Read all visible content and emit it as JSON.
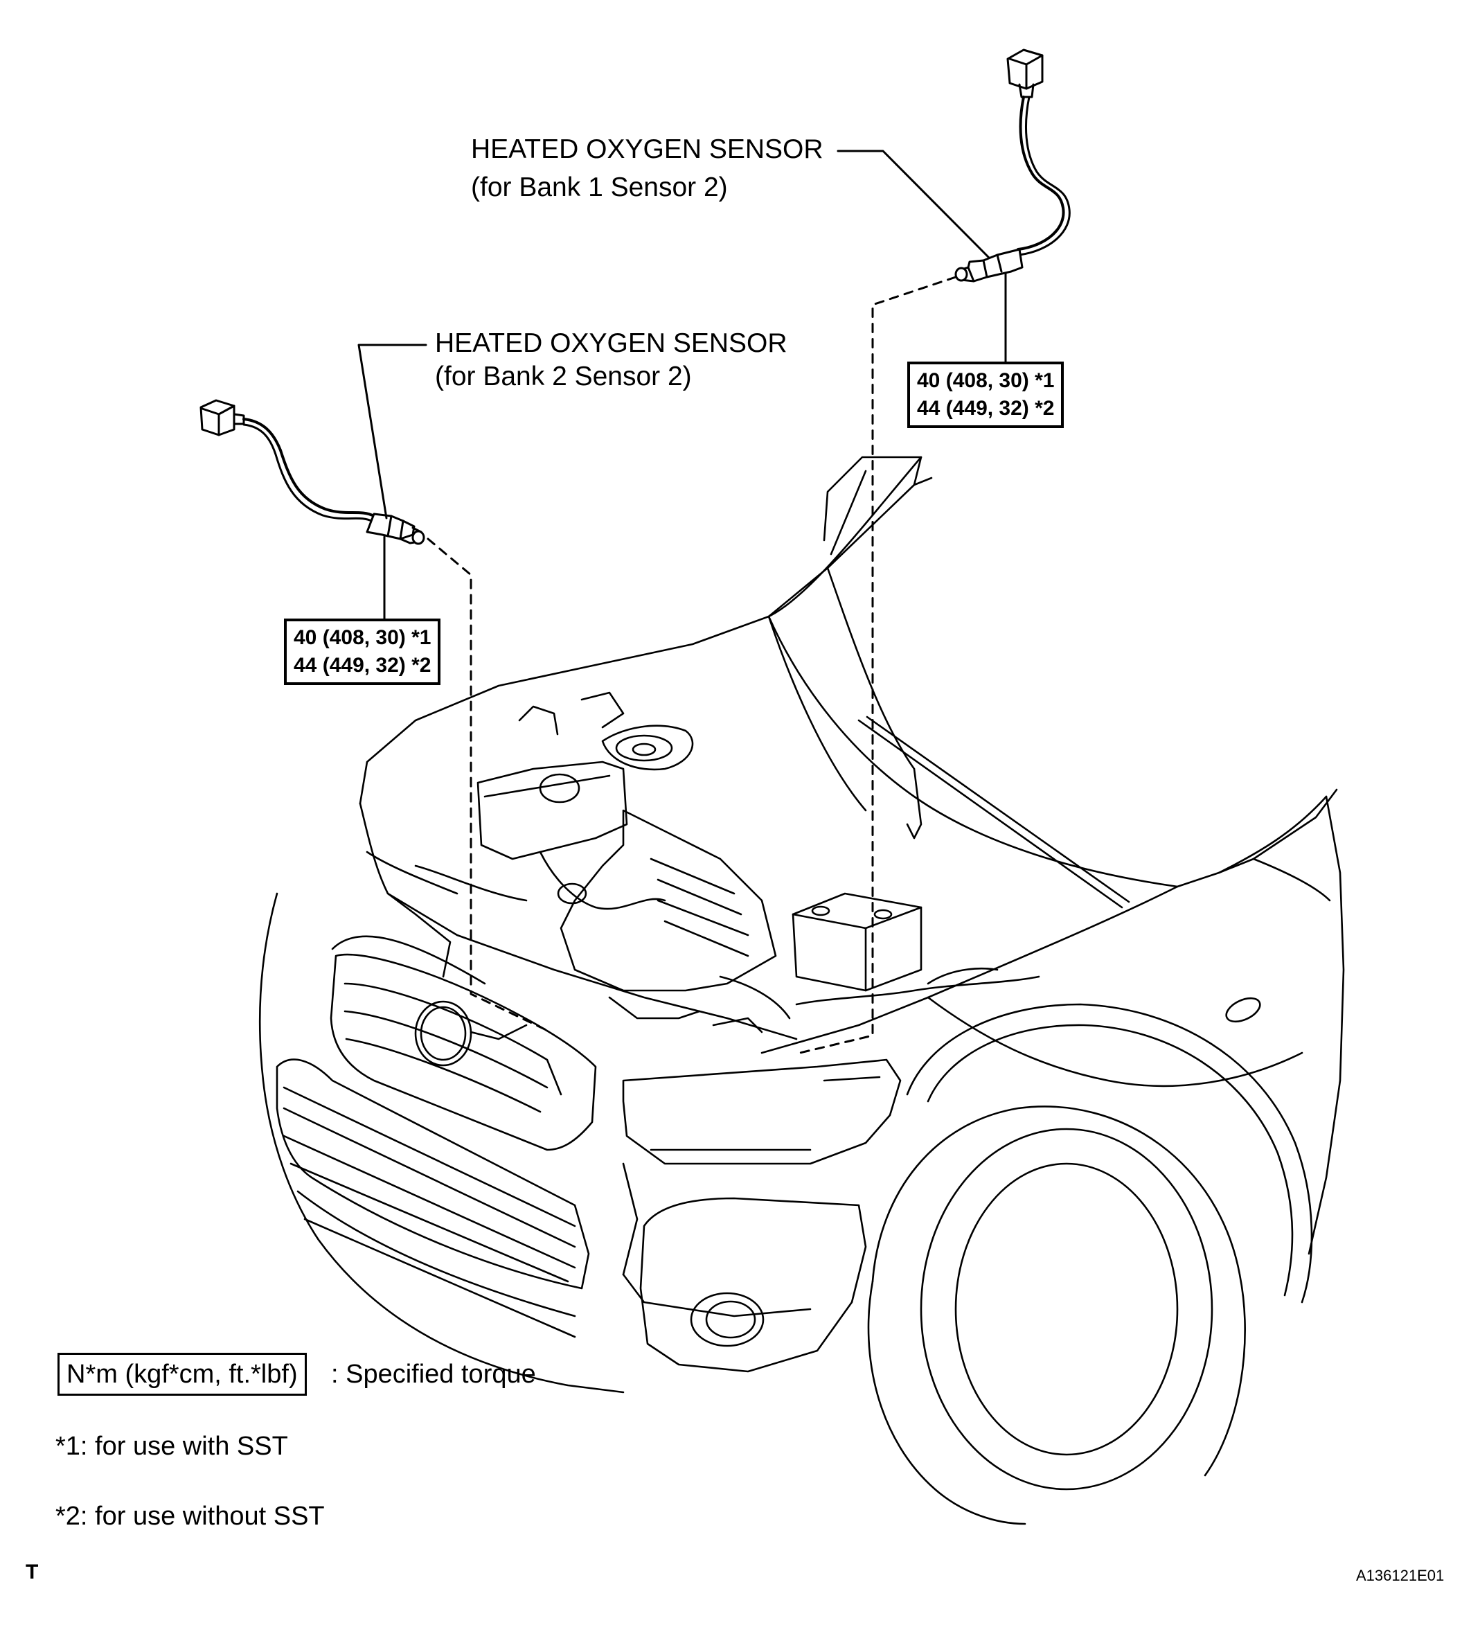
{
  "callouts": {
    "bank1": {
      "name": "HEATED OXYGEN SENSOR",
      "sub": "(for Bank 1 Sensor 2)",
      "torque": [
        "40 (408, 30) *1",
        "44 (449, 32) *2"
      ]
    },
    "bank2": {
      "name": "HEATED OXYGEN SENSOR",
      "sub": "(for Bank 2 Sensor 2)",
      "torque": [
        "40 (408, 30) *1",
        "44 (449, 32) *2"
      ]
    }
  },
  "legend": {
    "unit_box": "N*m (kgf*cm, ft.*lbf)",
    "unit_desc": ": Specified torque",
    "note1": "*1: for use with SST",
    "note2": "*2: for use without SST"
  },
  "corner_mark": "T",
  "figure_code": "A136121E01",
  "icons": [
    "oxygen-sensor-icon",
    "connector-icon",
    "vehicle-engine-bay-icon"
  ]
}
